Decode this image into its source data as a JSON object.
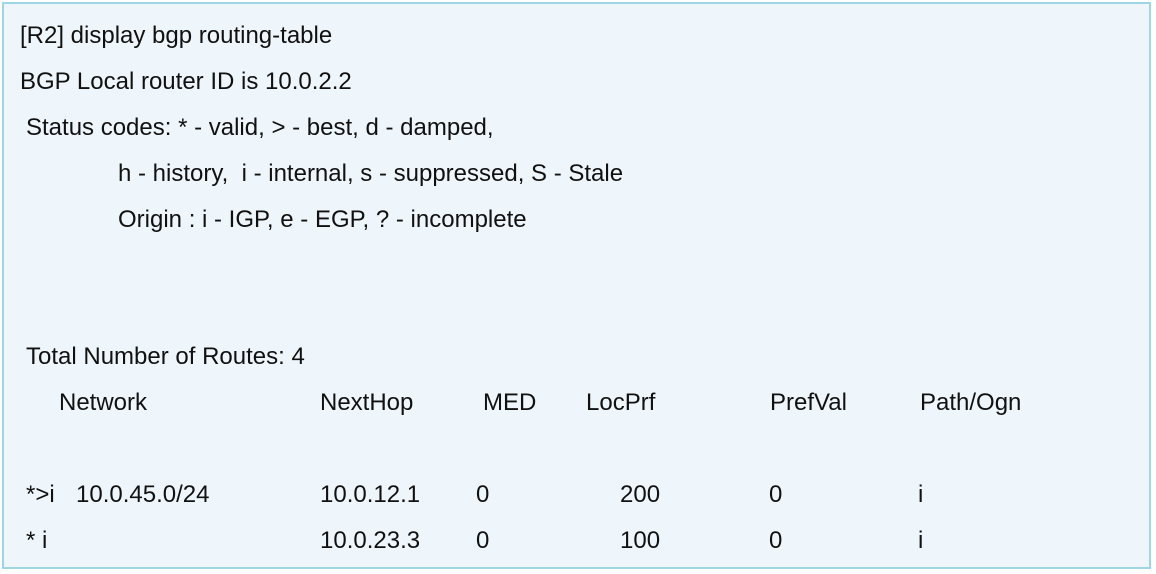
{
  "command": "[R2] display bgp routing-table",
  "router_id_line": "BGP Local router ID is 10.0.2.2",
  "status_codes": {
    "line1": "Status codes: * - valid, > - best, d - damped,",
    "line2": "h - history,  i - internal, s - suppressed, S - Stale",
    "line3": "Origin : i - IGP, e - EGP, ? - incomplete"
  },
  "total_routes": "Total Number of Routes: 4",
  "table": {
    "headers": {
      "network": "Network",
      "nexthop": "NextHop",
      "med": "MED",
      "locprf": "LocPrf",
      "prefval": "PrefVal",
      "path": "Path/Ogn"
    },
    "rows": [
      {
        "status": "*>i",
        "network": "10.0.45.0/24",
        "nexthop": "10.0.12.1",
        "med": "0",
        "locprf": "200",
        "prefval": "0",
        "path": "i"
      },
      {
        "status": "* i",
        "network": "",
        "nexthop": "10.0.23.3",
        "med": "0",
        "locprf": "100",
        "prefval": "0",
        "path": "i"
      }
    ]
  },
  "colors": {
    "background": "#eef6fb",
    "border": "#9fd6e3",
    "text": "#111111"
  }
}
